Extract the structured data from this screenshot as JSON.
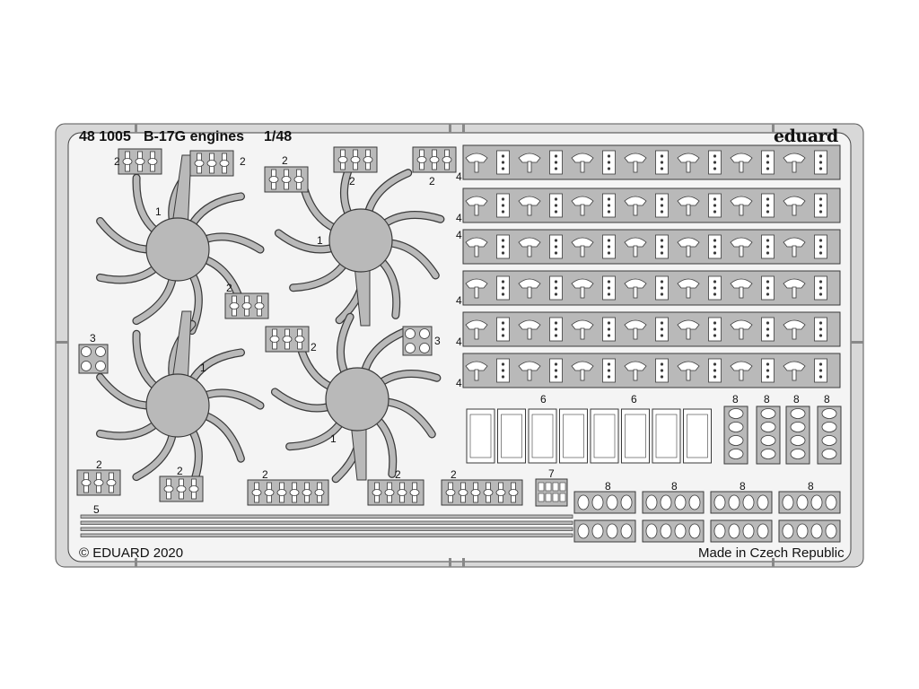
{
  "header": {
    "catalog_number": "48 1005",
    "title": "B-17G engines",
    "scale": "1/48",
    "brand": "eduard"
  },
  "footer": {
    "copyright": "© EDUARD 2020",
    "origin": "Made in Czech Republic"
  },
  "part_numbers": {
    "p1": "1",
    "p2": "2",
    "p3": "3",
    "p4": "4",
    "p5": "5",
    "p6": "6",
    "p7": "7",
    "p8": "8"
  },
  "colors": {
    "fret": "#f3f3f3",
    "part": "#b9b9b9",
    "outline": "#3a3a3a",
    "frame": "#d8d8d8"
  }
}
